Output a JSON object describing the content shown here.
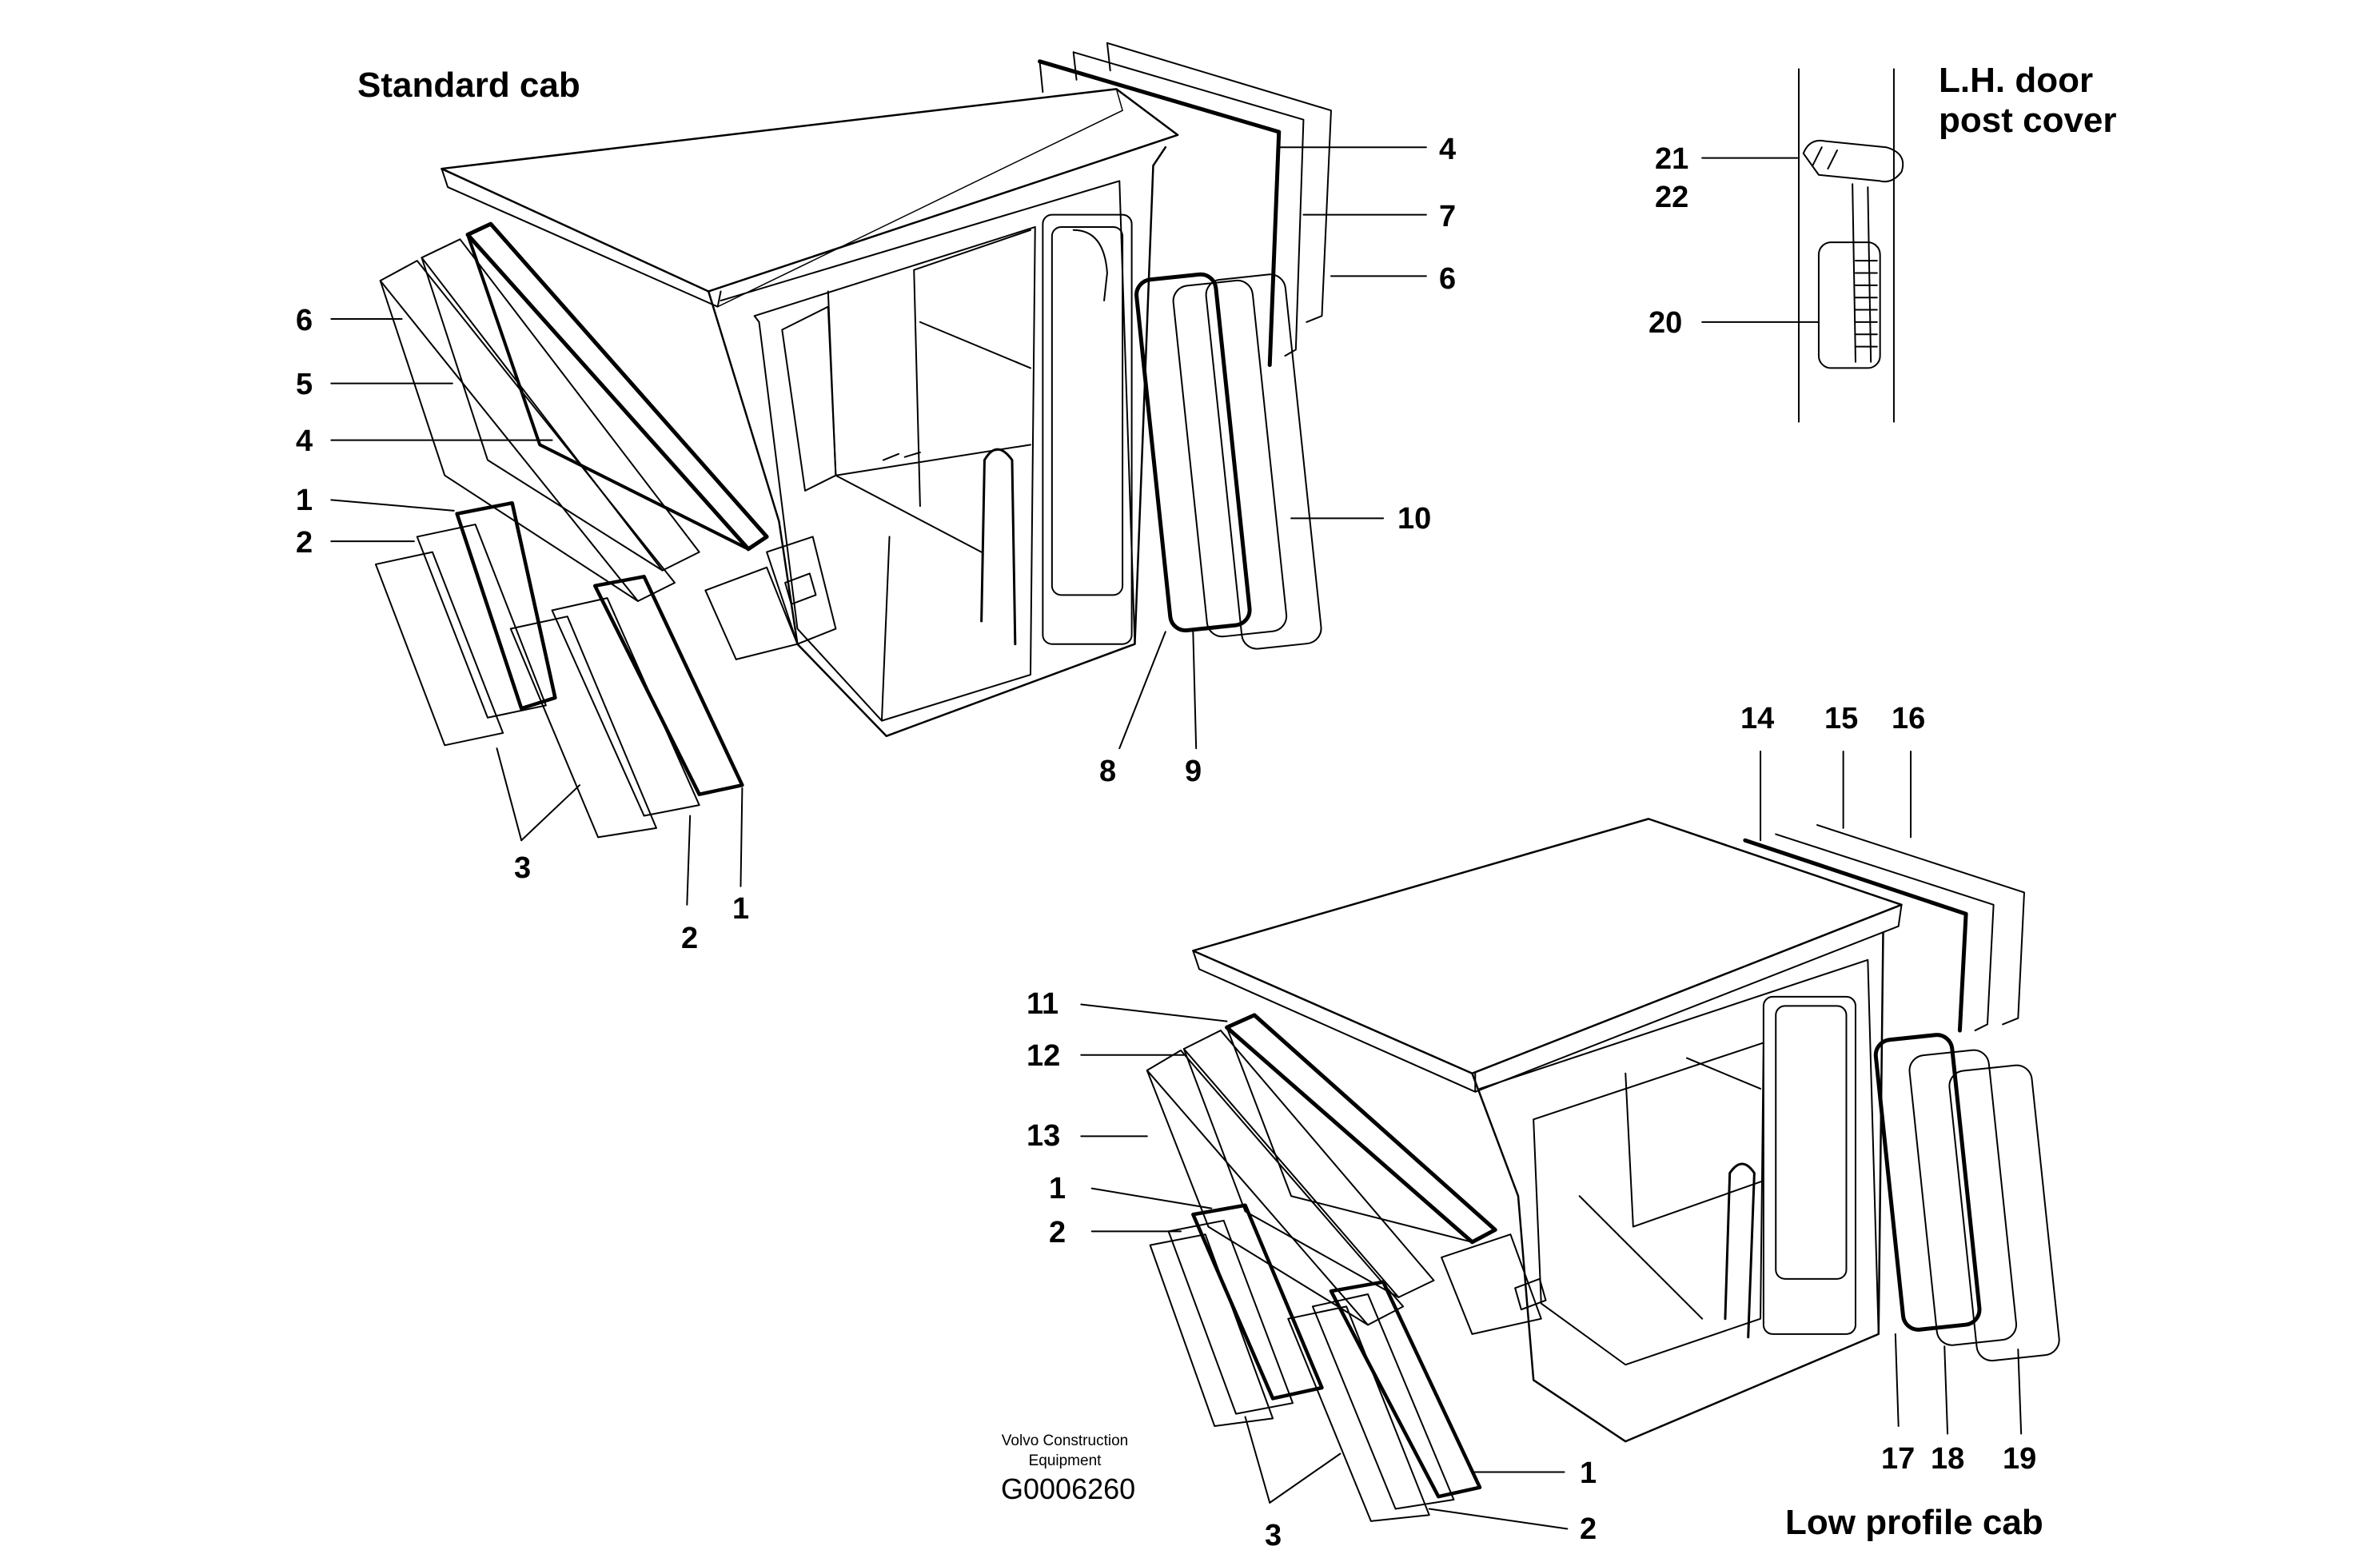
{
  "titles": {
    "standard_cab": "Standard cab",
    "low_profile_cab": "Low profile cab",
    "lh_door_line1": "L.H. door",
    "lh_door_line2": "post cover"
  },
  "footer": {
    "company_line1": "Volvo Construction",
    "company_line2": "Equipment",
    "drawing_code": "G0006260"
  },
  "callouts": {
    "std_4_right": "4",
    "std_7": "7",
    "std_6_right": "6",
    "std_6_left": "6",
    "std_5": "5",
    "std_4_left": "4",
    "std_1_left": "1",
    "std_2_left": "2",
    "std_10": "10",
    "std_8": "8",
    "std_9": "9",
    "std_3": "3",
    "std_2_bottom": "2",
    "std_1_bottom": "1",
    "door_21": "21",
    "door_22": "22",
    "door_20": "20",
    "lp_14": "14",
    "lp_15": "15",
    "lp_16": "16",
    "lp_11": "11",
    "lp_12": "12",
    "lp_13": "13",
    "lp_1_left": "1",
    "lp_2_left": "2",
    "lp_17": "17",
    "lp_18": "18",
    "lp_19": "19",
    "lp_1_bottom": "1",
    "lp_2_bottom": "2",
    "lp_3": "3"
  }
}
